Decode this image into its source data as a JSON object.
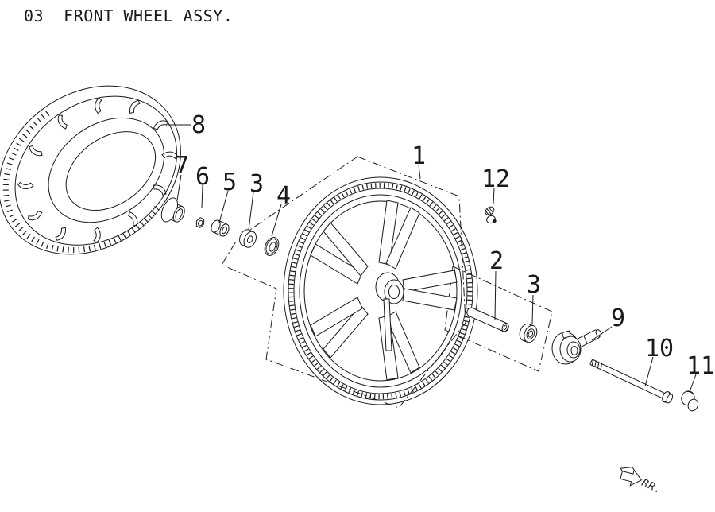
{
  "title": "03  FRONT WHEEL ASSY.",
  "direction_marker": "RR.",
  "callouts": {
    "c1": "1",
    "c2": "2",
    "c3_left": "3",
    "c3_right": "3",
    "c4": "4",
    "c5": "5",
    "c6": "6",
    "c7": "7",
    "c8": "8",
    "c9": "9",
    "c10": "10",
    "c11": "11",
    "c12": "12"
  },
  "colors": {
    "ink": "#1a1a1a",
    "paper": "#ffffff"
  }
}
